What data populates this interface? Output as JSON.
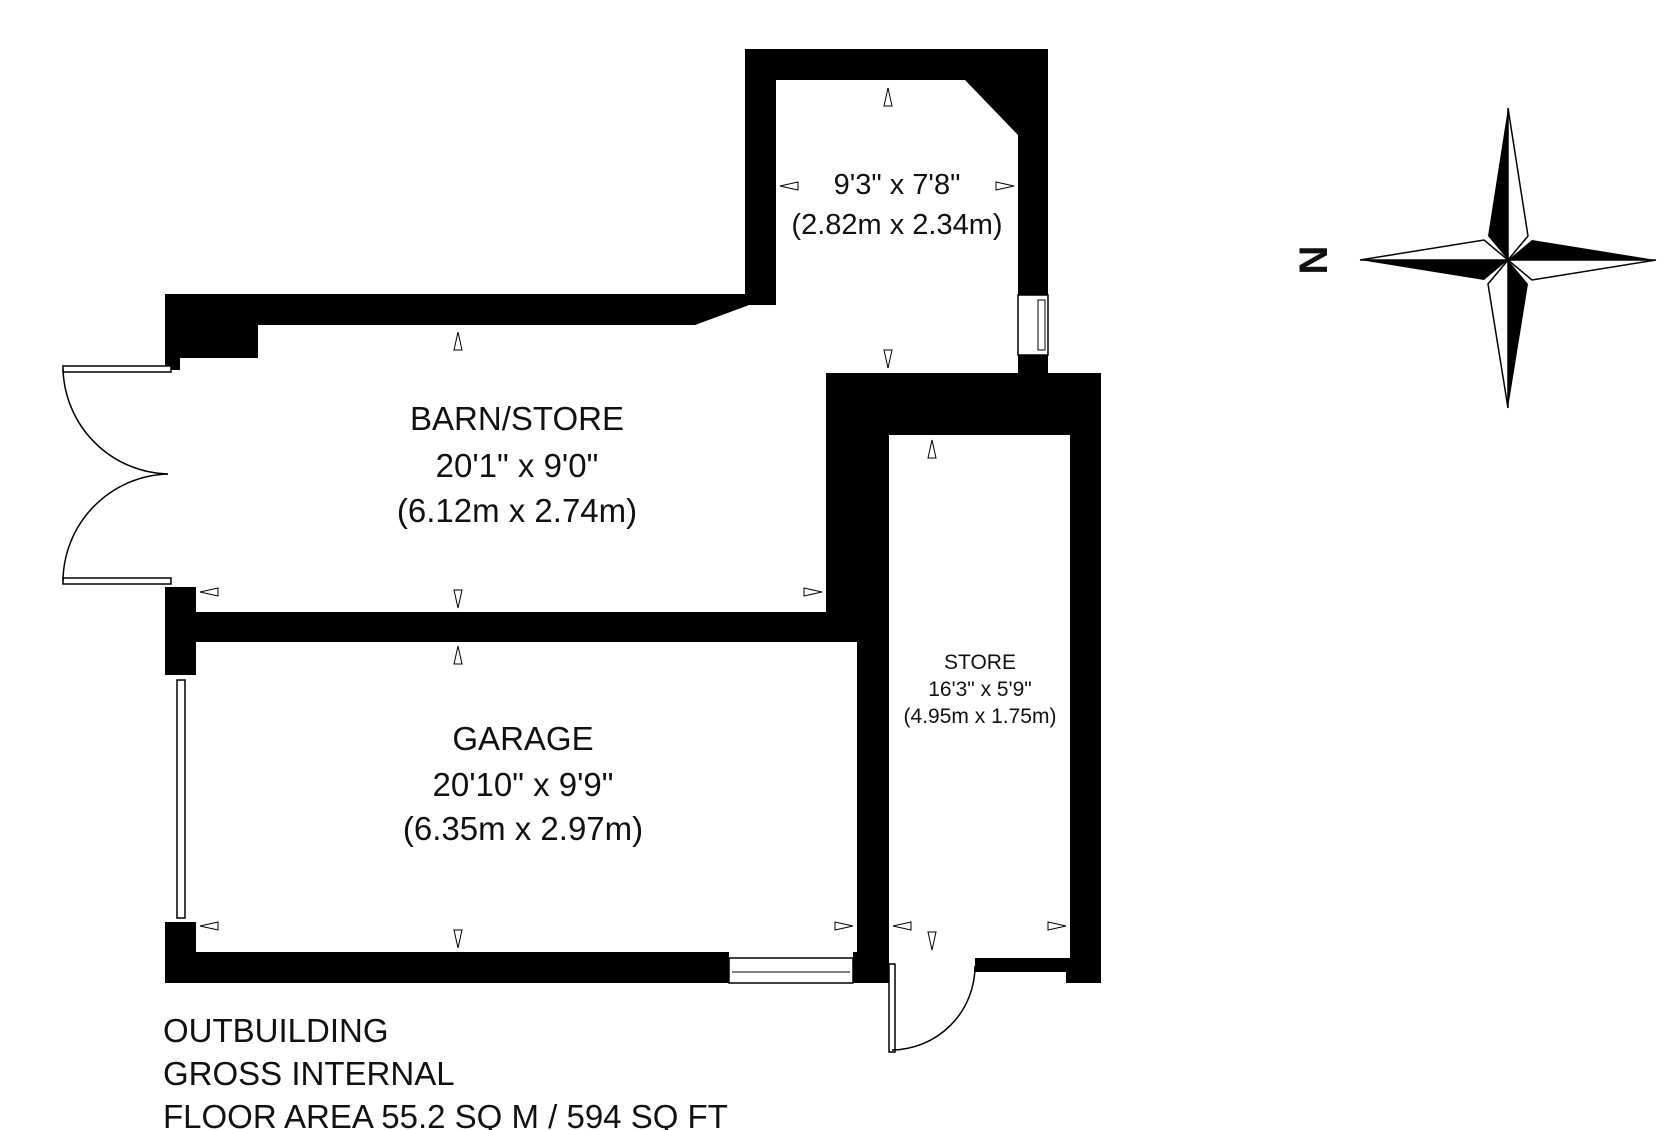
{
  "rooms": {
    "upper": {
      "size_imperial": "9'3\" x 7'8\"",
      "size_metric": "(2.82m x 2.34m)"
    },
    "barn": {
      "name": "BARN/STORE",
      "size_imperial": "20'1\" x 9'0\"",
      "size_metric": "(6.12m x 2.74m)"
    },
    "garage": {
      "name": "GARAGE",
      "size_imperial": "20'10\" x 9'9\"",
      "size_metric": "(6.35m x 2.97m)"
    },
    "store": {
      "name": "STORE",
      "size_imperial": "16'3\" x 5'9\"",
      "size_metric": "(4.95m x 1.75m)"
    }
  },
  "footer": {
    "line1": "OUTBUILDING",
    "line2": "GROSS INTERNAL",
    "line3": "FLOOR AREA 55.2 SQ M / 594 SQ FT"
  },
  "compass": {
    "label": "N",
    "direction": "left"
  },
  "colors": {
    "walls": "#000000",
    "background": "#ffffff"
  }
}
